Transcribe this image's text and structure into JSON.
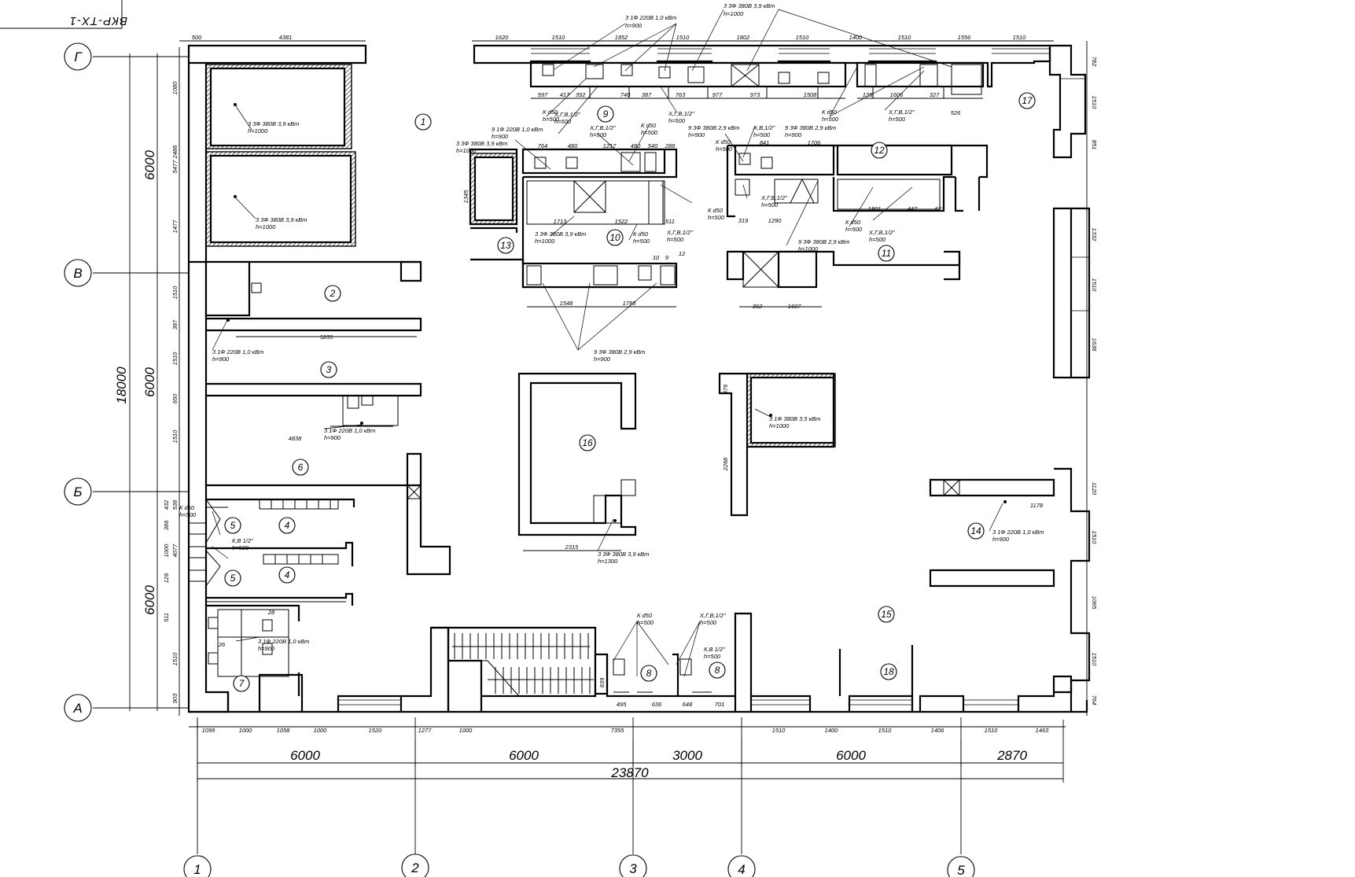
{
  "sheet_code": "ВКР-ТХ-1",
  "axes": {
    "letters": [
      "Г",
      "В",
      "Б",
      "А"
    ],
    "numbers": [
      "1",
      "2",
      "3",
      "4",
      "5"
    ]
  },
  "dimensions": {
    "left_total": "18000",
    "left_sections": [
      "6000",
      "6000",
      "6000"
    ],
    "bottom_sections": [
      "6000",
      "6000",
      "3000",
      "6000",
      "2870"
    ],
    "bottom_total": "23870",
    "top_chain": [
      "500",
      "4381",
      "1620",
      "1510",
      "1852",
      "1510",
      "1802",
      "1510",
      "1400",
      "1510",
      "1556",
      "1510"
    ],
    "bottom_chain": [
      "1099",
      "1000",
      "1058",
      "1000",
      "1520",
      "1277",
      "1000",
      "7355",
      "1510",
      "1400",
      "1510",
      "1406",
      "1510",
      "1463"
    ],
    "left_chain": [
      "1080",
      "2486",
      "5477",
      "1477",
      "1510",
      "387",
      "1510",
      "650",
      "1510",
      "432",
      "538",
      "386",
      "1000",
      "4077",
      "126",
      "511",
      "1510",
      "903"
    ],
    "right_chain": [
      "782",
      "1510",
      "851",
      "1332",
      "1510",
      "1638",
      "1120",
      "1510",
      "1065",
      "1510",
      "764"
    ],
    "interior": [
      "597",
      "417",
      "392",
      "740",
      "387",
      "763",
      "977",
      "973",
      "1508",
      "135",
      "1606",
      "327",
      "526",
      "764",
      "480",
      "1217",
      "480",
      "540",
      "288",
      "1713",
      "1522",
      "511",
      "1345",
      "1548",
      "1783",
      "10",
      "9",
      "12",
      "841",
      "1706",
      "319",
      "1290",
      "1801",
      "447",
      "621",
      "392",
      "1607",
      "5235",
      "4838",
      "2315",
      "876",
      "2268",
      "1178",
      "28",
      "26",
      "495",
      "636",
      "648",
      "701",
      "839"
    ]
  },
  "room_numbers": [
    "1",
    "2",
    "3",
    "4",
    "4",
    "5",
    "5",
    "6",
    "7",
    "8",
    "8",
    "9",
    "10",
    "11",
    "12",
    "13",
    "14",
    "15",
    "16",
    "17",
    "18"
  ],
  "annotations": {
    "p3_38_1000": "3 3Ф 380В 3,9 кВт",
    "h1000": "h=1000",
    "p1_22_900": "3 1Ф 220В 1,0 кВт",
    "p1_22_900b": "9 1Ф 220В 1,0 кВт",
    "h900": "h=900",
    "p3_29": "9 3Ф 380В 2,9 кВт",
    "p3_39b": "3 3Ф 380В 3,9 кВт",
    "k50": "К d50",
    "h500": "h=500",
    "xgv": "Х,Г,В,1/2\"",
    "xv": "Х,В,1/2\"",
    "kv": "К,В 1/2\"",
    "h1300": "h=1300",
    "p3_38_35": "3 1Ф 380В 3,5 кВт"
  }
}
